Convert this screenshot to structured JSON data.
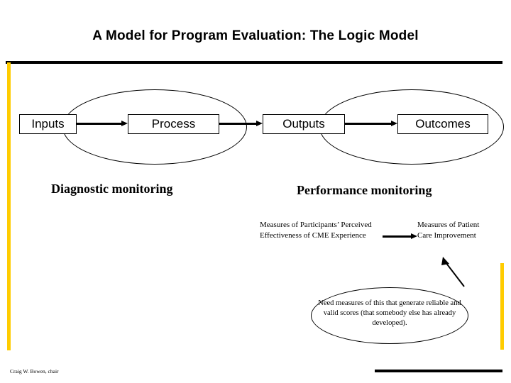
{
  "slide": {
    "title": "A Model for Program Evaluation:  The Logic Model",
    "credit": "Craig W. Bowen, chair",
    "colors": {
      "accent_yellow": "#ffcc00",
      "line_black": "#000000",
      "background": "#ffffff"
    }
  },
  "flow": {
    "stages": [
      {
        "label": "Inputs"
      },
      {
        "label": "Process"
      },
      {
        "label": "Outputs"
      },
      {
        "label": "Outcomes"
      }
    ],
    "arrows": [
      {
        "name": "inputs-to-process"
      },
      {
        "name": "process-to-outputs"
      },
      {
        "name": "outputs-to-outcomes"
      },
      {
        "name": "perceived-to-patient-care"
      },
      {
        "name": "note-to-measures"
      }
    ]
  },
  "groups": {
    "left": {
      "label": "Diagnostic monitoring"
    },
    "right": {
      "label": "Performance monitoring"
    }
  },
  "measures": {
    "left": "Measures of Participants’ Perceived Effectiveness of CME Experience",
    "right": "Measures of Patient Care Improvement"
  },
  "note": {
    "text": "Need measures of this that generate reliable and valid scores (that somebody else has already developed)."
  }
}
